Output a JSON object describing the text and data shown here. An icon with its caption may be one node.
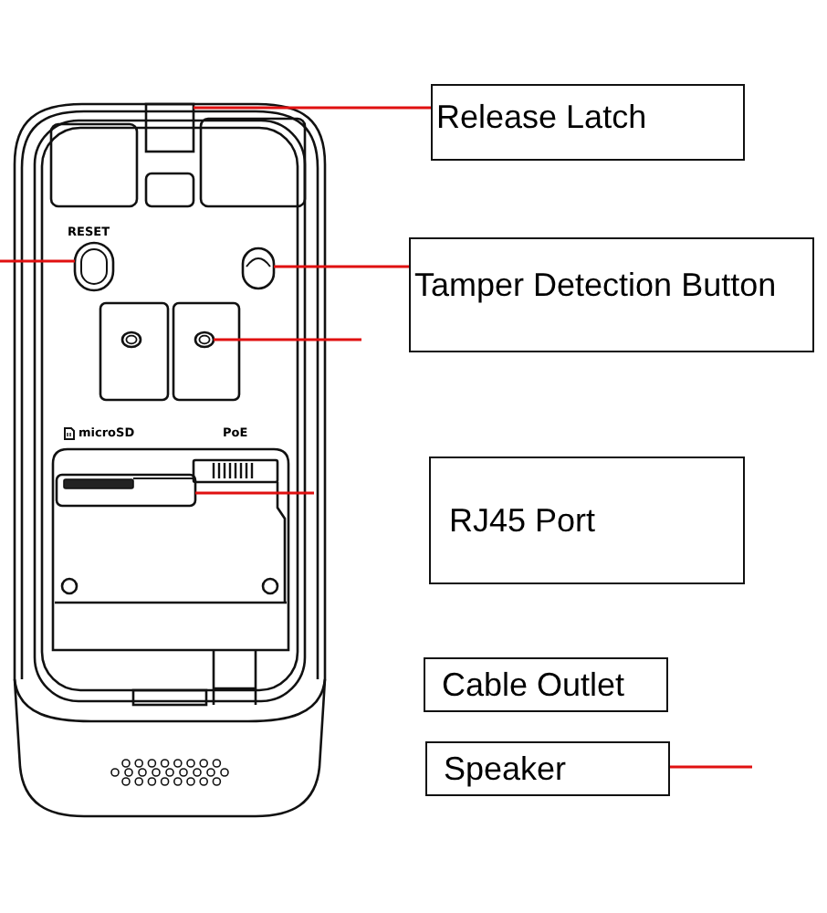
{
  "diagram": {
    "nodes": [
      {
        "text": [],
        "shape": "box"
      },
      {
        "text": [
          "Release Latch"
        ]
      },
      {
        "text": [],
        "shape": "oval",
        "beside": [
          "RESET"
        ]
      },
      {
        "text": [],
        "shape": "oval"
      },
      {
        "text": [
          "Tamper Detection Button"
        ]
      },
      {
        "text": [],
        "shape": "circle"
      },
      {
        "text": [],
        "shape": "box"
      },
      {
        "text": [
          "RJ45 Port"
        ]
      },
      {
        "text": [
          "Cable Outlet"
        ]
      },
      {
        "text": [
          "Speaker"
        ]
      }
    ],
    "edges": [
      {
        "from": 1,
        "to": 0,
        "arrow": "none"
      },
      {
        "from": null,
        "to": 2,
        "arrow": "none"
      },
      {
        "from": 4,
        "to": 3,
        "arrow": "none"
      },
      {
        "from": null,
        "to": 5,
        "arrow": "none"
      },
      {
        "from": null,
        "to": 6,
        "arrow": "none"
      },
      {
        "from": 9,
        "to": null,
        "arrow": "none"
      }
    ],
    "labels": [
      "microSD",
      "PoE"
    ]
  }
}
